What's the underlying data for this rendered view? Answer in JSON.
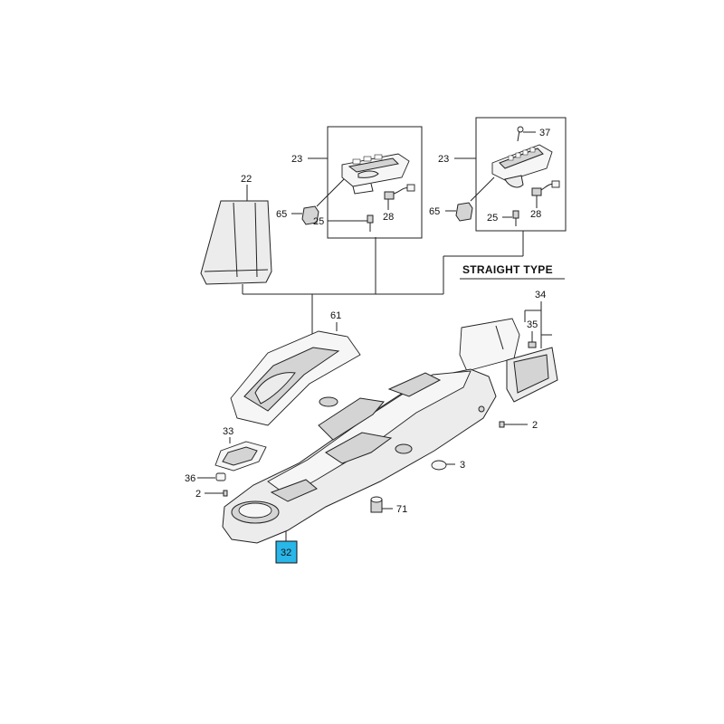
{
  "diagram": {
    "section_title": "STRAIGHT TYPE",
    "highlight_color": "#29b6e8",
    "callouts": [
      {
        "id": "c22",
        "text": "22"
      },
      {
        "id": "c23a",
        "text": "23"
      },
      {
        "id": "c65a",
        "text": "65"
      },
      {
        "id": "c25a",
        "text": "25"
      },
      {
        "id": "c28a",
        "text": "28"
      },
      {
        "id": "c23b",
        "text": "23"
      },
      {
        "id": "c37",
        "text": "37"
      },
      {
        "id": "c65b",
        "text": "65"
      },
      {
        "id": "c25b",
        "text": "25"
      },
      {
        "id": "c28b",
        "text": "28"
      },
      {
        "id": "c61",
        "text": "61"
      },
      {
        "id": "c34",
        "text": "34"
      },
      {
        "id": "c35",
        "text": "35"
      },
      {
        "id": "c2a",
        "text": "2"
      },
      {
        "id": "c33",
        "text": "33"
      },
      {
        "id": "c3",
        "text": "3"
      },
      {
        "id": "c36",
        "text": "36"
      },
      {
        "id": "c2b",
        "text": "2"
      },
      {
        "id": "c71",
        "text": "71"
      },
      {
        "id": "c32",
        "text": "32"
      }
    ]
  }
}
